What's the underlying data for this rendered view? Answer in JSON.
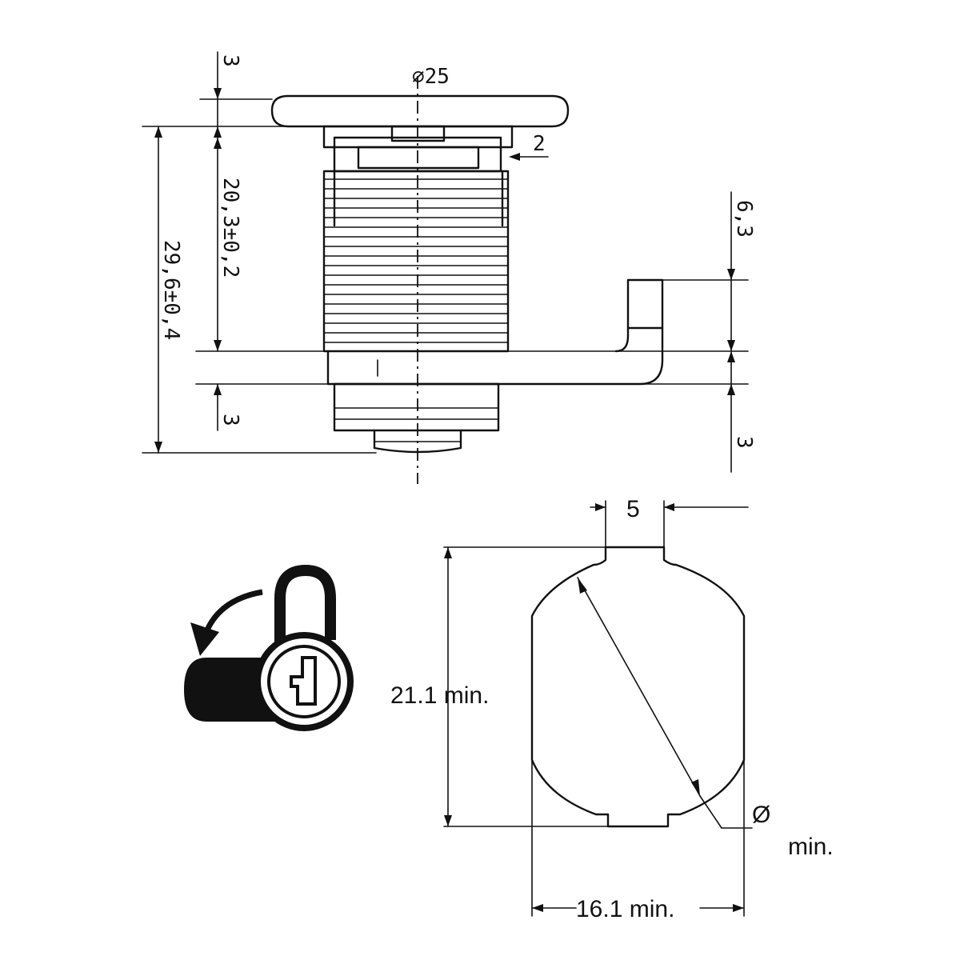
{
  "labels": {
    "cap_diameter": "∅25",
    "top_cap_thickness": "3",
    "gap_2": "2",
    "body_length": "20,3±0,2",
    "overall_length": "29,6±0,4",
    "lower_thickness": "3",
    "cam_height": "6,3",
    "cam_thickness": "3",
    "flat_width": "5",
    "cutout_height": "21.1 min.",
    "cutout_width": "16.1 min.",
    "diameter_symbol": "Ø",
    "diameter_min": "min."
  }
}
